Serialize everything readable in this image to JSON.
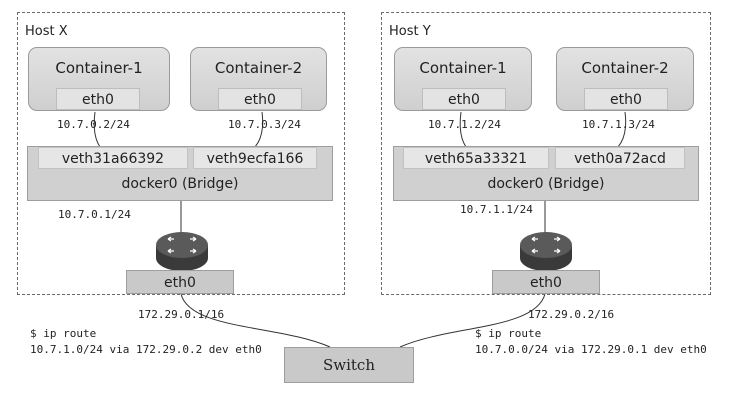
{
  "hosts": [
    {
      "label": "Host X",
      "containers": [
        {
          "name": "Container-1",
          "eth": "eth0",
          "ip": "10.7.0.2/24",
          "veth": "veth31a66392"
        },
        {
          "name": "Container-2",
          "eth": "eth0",
          "ip": "10.7.0.3/24",
          "veth": "veth9ecfa166"
        }
      ],
      "bridge_label": "docker0 (Bridge)",
      "bridge_ip": "10.7.0.1/24",
      "phys_eth": "eth0",
      "phys_ip": "172.29.0.1/16",
      "route_cmd": "$ ip route",
      "route_line": "10.7.1.0/24 via 172.29.0.2 dev eth0"
    },
    {
      "label": "Host Y",
      "containers": [
        {
          "name": "Container-1",
          "eth": "eth0",
          "ip": "10.7.1.2/24",
          "veth": "veth65a33321"
        },
        {
          "name": "Container-2",
          "eth": "eth0",
          "ip": "10.7.1.3/24",
          "veth": "veth0a72acd"
        }
      ],
      "bridge_label": "docker0 (Bridge)",
      "bridge_ip": "10.7.1.1/24",
      "phys_eth": "eth0",
      "phys_ip": "172.29.0.2/16",
      "route_cmd": "$ ip route",
      "route_line": "10.7.0.0/24 via 172.29.0.1 dev eth0"
    }
  ],
  "switch_label": "Switch",
  "icons": {
    "router": "router-icon"
  },
  "colors": {
    "box_fill": "#d0d0d0",
    "router": "#4a4a4a",
    "dashed_border": "#6a6a6a"
  }
}
